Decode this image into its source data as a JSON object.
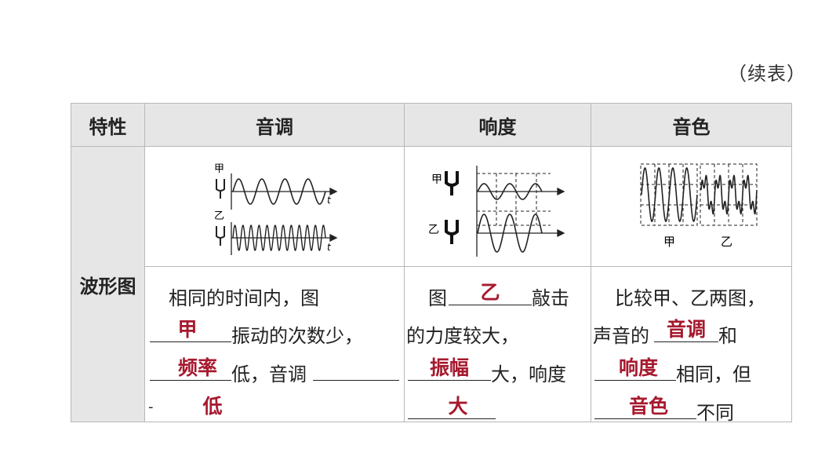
{
  "continuation": "（续表）",
  "headers": {
    "property": "特性",
    "pitch": "音调",
    "loudness": "响度",
    "timbre": "音色"
  },
  "row_label": "波形图",
  "figures": {
    "pitch": {
      "label_a": "甲",
      "label_b": "乙",
      "axis_t": "t"
    },
    "loudness": {
      "label_a": "甲",
      "label_b": "乙"
    },
    "timbre": {
      "label_a": "甲",
      "label_b": "乙"
    }
  },
  "pitch_text": {
    "line1": "相同的时间内，图",
    "line2_suffix": "振动的次数少，",
    "line3_suffix": "低，音调",
    "answers": [
      "甲",
      "频率",
      "低"
    ],
    "tail": "-"
  },
  "loudness_text": {
    "line1_prefix": "图",
    "line1_suffix": "敲击",
    "line2": "的力度较大，",
    "line3_suffix": "大，响度",
    "answers": [
      "乙",
      "振幅",
      "大"
    ]
  },
  "timbre_text": {
    "line1": "比较甲、乙两图，",
    "line2_prefix": "声音的",
    "line2_suffix": "和",
    "line3_suffix": "相同，但",
    "line4_suffix": "不同",
    "answers": [
      "音调",
      "响度",
      "音色"
    ]
  }
}
